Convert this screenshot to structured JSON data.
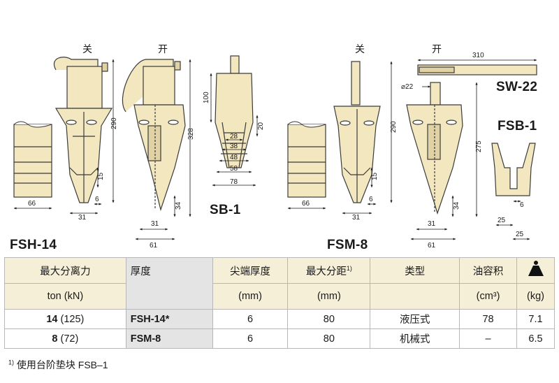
{
  "drawing": {
    "labels": {
      "fsh14": "FSH-14",
      "fsm8": "FSM-8",
      "sb1": "SB-1",
      "sw22": "SW-22",
      "fsb1": "FSB-1",
      "close": "关",
      "open": "开"
    },
    "dims": {
      "d290a": "290",
      "d328": "328",
      "d100": "100",
      "d20": "20",
      "d28": "28",
      "d38": "38",
      "d48": "48",
      "d58": "58",
      "d78": "78",
      "d15a": "15",
      "d66a": "66",
      "d31a": "31",
      "d6a": "6",
      "d34a": "34",
      "d31b": "31",
      "d61a": "61",
      "d290b": "290",
      "d275": "275",
      "d310": "310",
      "d22": "⌀22",
      "d15b": "15",
      "d66b": "66",
      "d31c": "31",
      "d6b": "6",
      "d34b": "34",
      "d31d": "31",
      "d61b": "61",
      "d6c": "6",
      "d25a": "25",
      "d25b": "25"
    },
    "colors": {
      "body": "#f3e7bf",
      "outline": "#3a3a3a",
      "accent": "#e0d2a4"
    }
  },
  "table": {
    "headers": {
      "col1": "最大分离力",
      "col1_unit": "ton (kN)",
      "col2": "厚度",
      "col3": "尖端厚度",
      "col3_unit": "(mm)",
      "col4": "最大分距",
      "col4_sup": "1)",
      "col4_unit": "(mm)",
      "col5": "类型",
      "col6": "油容积",
      "col6_unit": "(cm³)",
      "col7_icon": "weight-icon",
      "col7_unit": "(kg)"
    },
    "rows": [
      {
        "force": "14",
        "force_kn": "(125)",
        "model": "FSH-14*",
        "tip": "6",
        "spread": "80",
        "type": "液压式",
        "oil": "78",
        "weight": "7.1"
      },
      {
        "force": "8",
        "force_kn": "(72)",
        "model": "FSM-8",
        "tip": "6",
        "spread": "80",
        "type": "机械式",
        "oil": "–",
        "weight": "6.5"
      }
    ]
  },
  "footnote": {
    "marker": "1)",
    "text": "使用台阶垫块 FSB–1"
  }
}
